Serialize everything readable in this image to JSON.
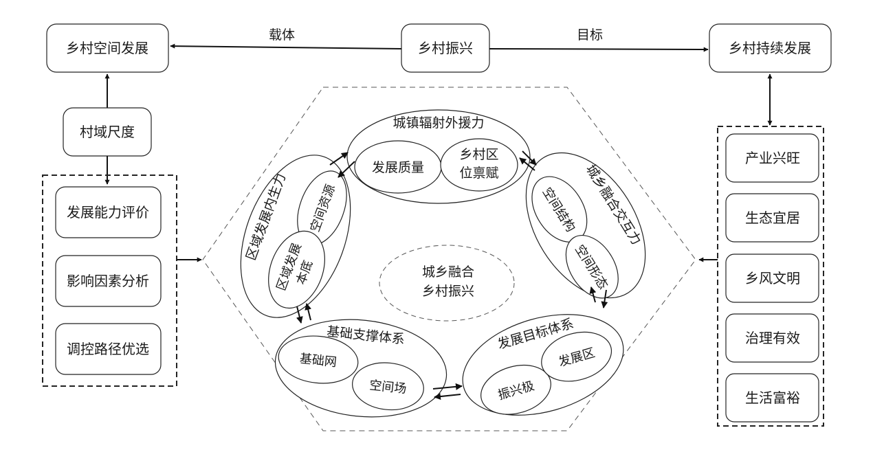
{
  "top": {
    "left_box": "乡村空间发展",
    "center_box": "乡村振兴",
    "right_box": "乡村持续发展",
    "left_arrow_label": "载体",
    "right_arrow_label": "目标"
  },
  "left": {
    "scale_box": "村域尺度",
    "items": [
      "发展能力评价",
      "影响因素分析",
      "调控路径优选"
    ]
  },
  "right": {
    "items": [
      "产业兴旺",
      "生态宜居",
      "乡风文明",
      "治理有效",
      "生活富裕"
    ]
  },
  "center": {
    "core_line1": "城乡融合",
    "core_line2": "乡村振兴",
    "top_group": {
      "title": "城镇辐射外援力",
      "sub1": "发展质量",
      "sub2_line1": "乡村区",
      "sub2_line2": "位禀赋"
    },
    "right_group": {
      "title": "城乡融合交互力",
      "sub1": "空间结构",
      "sub2": "空间形态"
    },
    "bottom_right_group": {
      "title": "发展目标体系",
      "sub1": "振兴极",
      "sub2": "发展区"
    },
    "bottom_left_group": {
      "title": "基础支撑体系",
      "sub1": "基础网",
      "sub2": "空间场"
    },
    "left_group": {
      "title": "区域发展内生力",
      "sub1": "空间资源",
      "sub2_line1": "区域发展",
      "sub2_line2": "本底"
    }
  }
}
